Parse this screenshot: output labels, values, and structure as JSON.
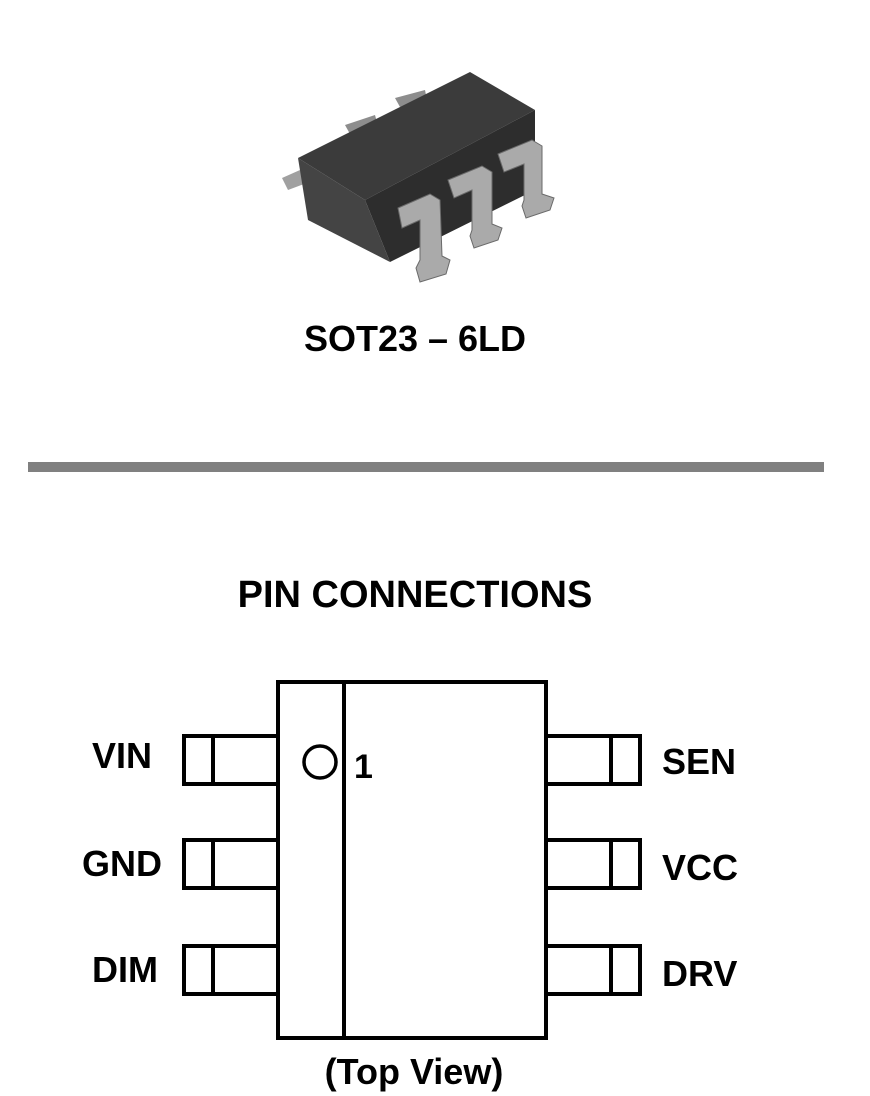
{
  "package": {
    "name": "SOT23 – 6LD"
  },
  "pin_connections": {
    "title": "PIN CONNECTIONS",
    "pin1_marker": "1",
    "view_label": "(Top View)",
    "left_pins": [
      "VIN",
      "GND",
      "DIM"
    ],
    "right_pins": [
      "SEN",
      "VCC",
      "DRV"
    ]
  }
}
